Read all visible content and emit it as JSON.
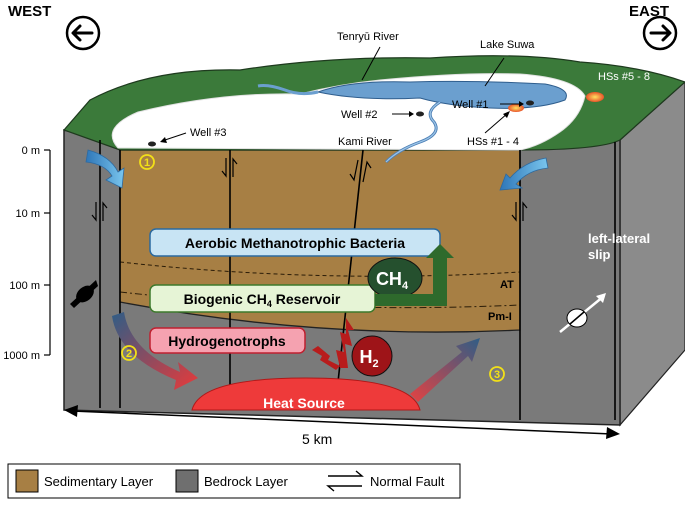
{
  "compass": {
    "west": "WEST",
    "east": "EAST",
    "west_arrow": "←",
    "east_arrow": "→"
  },
  "surface_labels": {
    "tenryu": "Tenryū River",
    "lake": "Lake Suwa",
    "hss58": "HSs #5 - 8",
    "well2": "Well #2",
    "well1": "Well #1",
    "well3": "Well #3",
    "kami": "Kami River",
    "hss14": "HSs #1 - 4"
  },
  "depth_ticks": [
    "0 m",
    "10 m",
    "100 m",
    "1000 m"
  ],
  "boxes": {
    "aerobic": "Aerobic Methanotrophic Bacteria",
    "biogenic_prefix": "Biogenic CH",
    "biogenic_sub": "4",
    "biogenic_suffix": " Reservoir",
    "hydrogenotrophs": "Hydrogenotrophs"
  },
  "molecules": {
    "ch4_main": "CH",
    "ch4_sub": "4",
    "h2_main": "H",
    "h2_sub": "2"
  },
  "layer_labels": {
    "at": "AT",
    "pml": "Pm-I"
  },
  "slip": {
    "line1": "left-lateral",
    "line2": "slip"
  },
  "heat_source": "Heat Source",
  "markers": [
    "1",
    "2",
    "3"
  ],
  "scale": "5 km",
  "legend": {
    "sedimentary": "Sedimentary Layer",
    "bedrock": "Bedrock Layer",
    "fault": "Normal Fault"
  },
  "colors": {
    "sediment": "#a77f44",
    "bedrock_front": "#7a7a7a",
    "bedrock_side": "#8a8a8a",
    "grass": "#3b7a3a",
    "water": "#6b9fcf",
    "aerobic_box": "#c8e4f4",
    "biogenic_box": "#e6f4d6",
    "hydro_box": "#f5a2b0",
    "ch4_ellipse": "#25502e",
    "ch4_arrow": "#2e6a2c",
    "h2_circle": "#9e1418",
    "heat": "#ee3a3a",
    "flow_blue": "#5aaee0",
    "marker_yellow": "#f2e018"
  }
}
